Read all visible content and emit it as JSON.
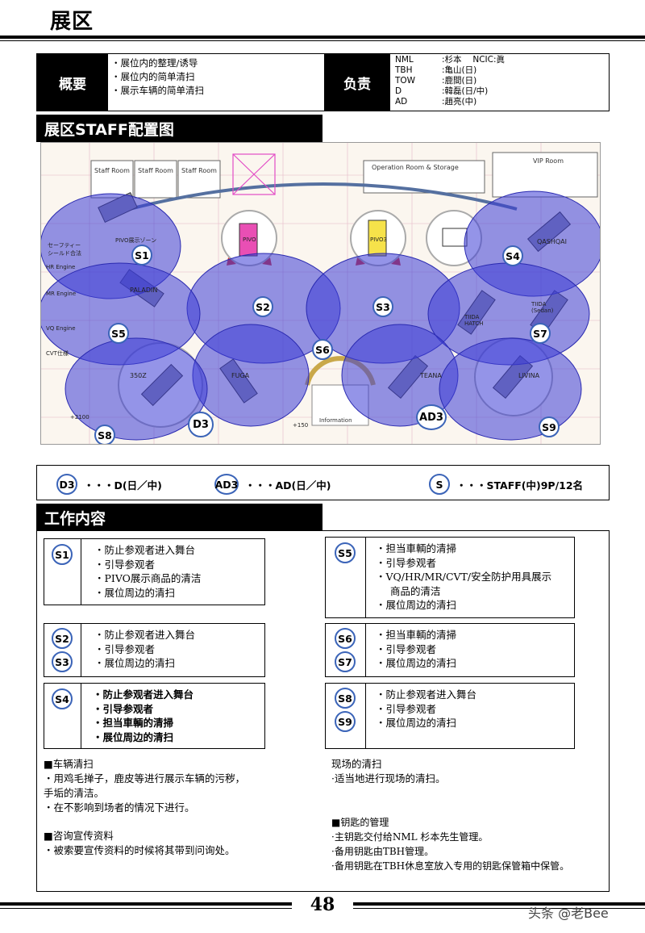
{
  "page": {
    "title": "展区",
    "number": "48",
    "watermark": "头条 @老Bee"
  },
  "summary": {
    "label": "概要",
    "items": [
      "展位内的整理/诱导",
      "展位内的简单清扫",
      "展示车辆的简单清扫"
    ],
    "resp_label": "负责",
    "responsibles": [
      {
        "code": "NML",
        "value": ":杉本　 NCIC:眞"
      },
      {
        "code": "TBH",
        "value": ":亀山(日)"
      },
      {
        "code": "TOW",
        "value": ":鹿間(日)"
      },
      {
        "code": "D",
        "value": ":韓磊(日/中)"
      },
      {
        "code": "AD",
        "value": ":趙亮(中)"
      }
    ]
  },
  "map_section": {
    "title": "展区STAFF配置图",
    "labels": {
      "staff_room_1": "Staff Room",
      "staff_room_2": "Staff Room",
      "staff_room_3": "Staff Room",
      "operation_room": "Operation Room & Storage",
      "vip_room": "VIP Room",
      "information": "Information",
      "pivo": "PIVO展示ゾーン",
      "safety": "セーフティーシールド合法",
      "hr_engine": "HR Engine",
      "mr_engine": "MR Engine",
      "vq_engine": "VQ Engine",
      "cvt": "CVT仕様",
      "paladin": "PALADIN",
      "qashqai": "QASHQAI",
      "tiida_hatch": "TIIDA\nHATCH",
      "tiida_sedan": "TIIDA\n(Sedan)",
      "z350": "350Z",
      "fuga": "FUGA",
      "teana": "TEANA",
      "livina": "LIVINA",
      "pivo3": "PIVO3",
      "pivo_left": "PIVO",
      "plus150": "+150",
      "dim": "+2100"
    },
    "zones": {
      "S1": "S1",
      "S2": "S2",
      "S3": "S3",
      "S4": "S4",
      "S5": "S5",
      "S6": "S6",
      "S7": "S7",
      "S8": "S8",
      "S9": "S9",
      "D3": "D3",
      "AD3": "AD3"
    },
    "zone_color": "#3c3cd6"
  },
  "legend": {
    "d3_badge": "D3",
    "d3_text": "・・・D(日／中)",
    "ad3_badge": "AD3",
    "ad3_text": "・・・AD(日／中)",
    "s_badge": "S",
    "s_text": "・・・STAFF(中)9P/12名"
  },
  "work_section": {
    "title": "工作内容",
    "cards": [
      {
        "ids": [
          "S1"
        ],
        "lines": [
          "防止参观者进入舞台",
          "引导参观者",
          "PIVO展示商品的清洁",
          "展位周边的清扫"
        ]
      },
      {
        "ids": [
          "S2",
          "S3"
        ],
        "lines": [
          "防止参观者进入舞台",
          "引导参观者",
          "展位周边的清扫"
        ]
      },
      {
        "ids": [
          "S4"
        ],
        "lines": [
          "防止参观者进入舞台",
          "引导参观者",
          "担当車輌的清掃",
          "展位周边的清扫"
        ]
      },
      {
        "ids": [
          "S5"
        ],
        "lines": [
          "担当車輌的清掃",
          "引导参观者",
          "VQ/HR/MR/CVT/安全防护用具展示",
          "展位周边的清扫"
        ],
        "cont": "商品的清洁"
      },
      {
        "ids": [
          "S6",
          "S7"
        ],
        "lines": [
          "担当車輌的清掃",
          "引导参观者",
          "展位周边的清扫"
        ]
      },
      {
        "ids": [
          "S8",
          "S9"
        ],
        "lines": [
          "防止参观者进入舞台",
          "引导参观者",
          "展位周边的清扫"
        ]
      }
    ],
    "notes": {
      "car_title": "■车辆清扫",
      "car_1": "・用鸡毛掸子，鹿皮等进行展示车辆的污秽，",
      "car_2": "手垢的清洁。",
      "car_3": "・在不影响到场者的情况下进行。",
      "brochure_title": "■咨询宣传资料",
      "brochure_1": "・被索要宣传资料的时候将其带到问询处。",
      "site_title": "现场的清扫",
      "site_1": "·适当地进行现场的清扫。",
      "key_title": "■钥匙的管理",
      "key_1": "·主钥匙交付给NML 杉本先生管理。",
      "key_2": "·备用钥匙由TBH管理。",
      "key_3": "·备用钥匙在TBH休息室放入专用的钥匙保管箱中保管。"
    }
  }
}
